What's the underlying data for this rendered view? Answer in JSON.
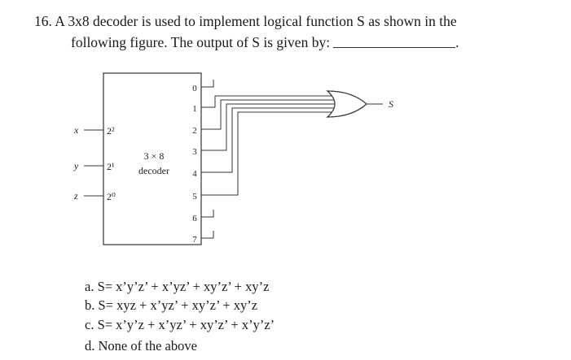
{
  "question": {
    "line1": "16. A 3x8 decoder is used to implement logical function S as shown in the",
    "line2": "following figure. The output of S is given by:",
    "trailing_period": "."
  },
  "diagram": {
    "inputs": [
      {
        "var": "x",
        "weight": "2²"
      },
      {
        "var": "y",
        "weight": "2¹"
      },
      {
        "var": "z",
        "weight": "2⁰"
      }
    ],
    "decoder_label_1": "3 × 8",
    "decoder_label_2": "decoder",
    "outputs": [
      "0",
      "1",
      "2",
      "3",
      "4",
      "5",
      "6",
      "7"
    ],
    "or_output": "S"
  },
  "options": {
    "a": "a. S= x’y’z’ + x’yz’ + xy’z’ + xy’z",
    "b": "b. S= xyz + x’yz’ + xy’z’ + xy’z",
    "c": "c. S= x’y’z + x’yz’ + xy’z’ + x’y’z’",
    "d": "d. None of the above"
  }
}
